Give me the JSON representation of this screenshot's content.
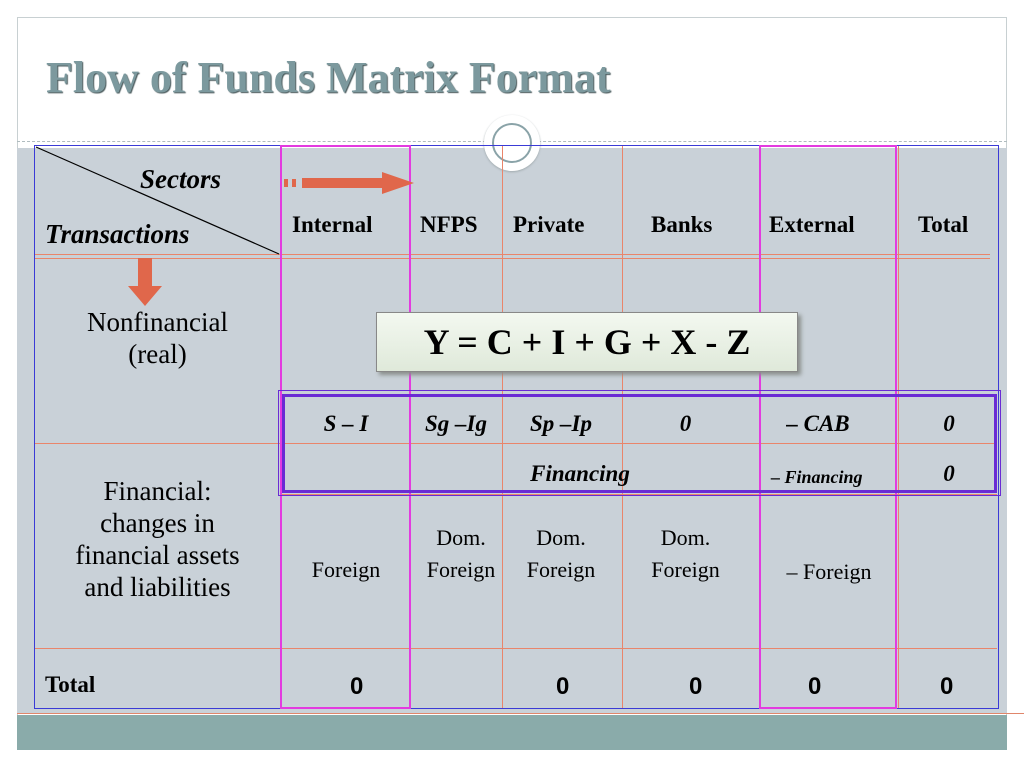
{
  "title": "Flow of Funds Matrix Format",
  "corner": {
    "sectors_label": "Sectors",
    "transactions_label": "Transactions"
  },
  "columns": [
    "Internal",
    "NFPS",
    "Private",
    "Banks",
    "External",
    "Total"
  ],
  "rows": {
    "nonfinancial": {
      "label_line1": "Nonfinancial",
      "label_line2": "(real)"
    },
    "financial": {
      "label_line1": "Financial:",
      "label_line2": "changes in",
      "label_line3": "financial assets",
      "label_line4": "and liabilities"
    },
    "total": {
      "label": "Total"
    }
  },
  "equation": "Y = C + I + G + X - Z",
  "balance_row": [
    "S – I",
    "Sg –Ig",
    "Sp –Ip",
    "0",
    "– CAB",
    "0"
  ],
  "financing_row": {
    "financing": "Financing",
    "neg_financing": "– Financing",
    "total": "0"
  },
  "financial_cells": {
    "internal": "Foreign",
    "nfps_line1": "Dom.",
    "nfps_line2": "Foreign",
    "private_line1": "Dom.",
    "private_line2": "Foreign",
    "banks_line1": "Dom.",
    "banks_line2": "Foreign",
    "external": "– Foreign"
  },
  "totals_row": {
    "internal": "0",
    "private": "0",
    "banks": "0",
    "external": "0",
    "total": "0"
  },
  "colors": {
    "title": "#7c999e",
    "grid": "#e9856b",
    "highlight_columns": "#e33be0",
    "highlight_rows": "#6a2bd4",
    "arrow": "#e0674b"
  }
}
